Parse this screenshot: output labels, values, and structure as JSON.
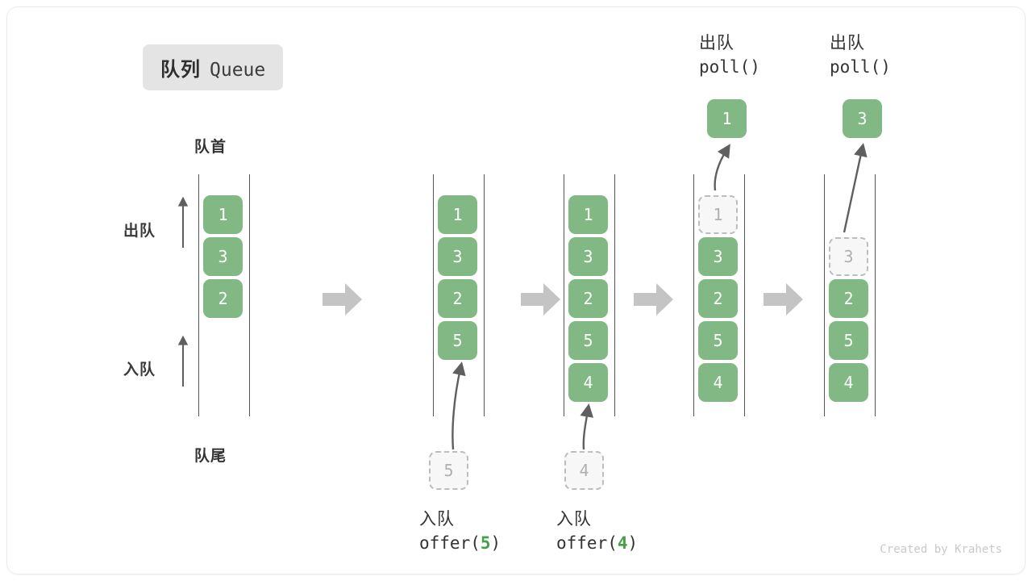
{
  "title": {
    "cn": "队列",
    "en": "Queue"
  },
  "labels": {
    "head": "队首",
    "tail": "队尾",
    "dequeue": "出队",
    "enqueue": "入队"
  },
  "colors": {
    "element_green": "#81b883",
    "ghost_border": "#bdbdbd",
    "ghost_fill": "#f7f7f7",
    "rail": "#555555",
    "flow_arrow": "#c4c4c4",
    "curve_arrow": "#5f5f5f",
    "badge_bg": "#e4e4e4",
    "code_number": "#46a04a"
  },
  "frames": [
    {
      "id": "frame-initial",
      "items": [
        {
          "value": "1",
          "state": "filled"
        },
        {
          "value": "3",
          "state": "filled"
        },
        {
          "value": "2",
          "state": "filled"
        }
      ]
    },
    {
      "id": "frame-after-offer-5",
      "items": [
        {
          "value": "1",
          "state": "filled"
        },
        {
          "value": "3",
          "state": "filled"
        },
        {
          "value": "2",
          "state": "filled"
        },
        {
          "value": "5",
          "state": "filled"
        }
      ],
      "incoming": {
        "value": "5",
        "state": "ghost"
      },
      "operation": {
        "cn": "入队",
        "code_prefix": "offer(",
        "code_value": "5",
        "code_suffix": ")"
      }
    },
    {
      "id": "frame-after-offer-4",
      "items": [
        {
          "value": "1",
          "state": "filled"
        },
        {
          "value": "3",
          "state": "filled"
        },
        {
          "value": "2",
          "state": "filled"
        },
        {
          "value": "5",
          "state": "filled"
        },
        {
          "value": "4",
          "state": "filled"
        }
      ],
      "incoming": {
        "value": "4",
        "state": "ghost"
      },
      "operation": {
        "cn": "入队",
        "code_prefix": "offer(",
        "code_value": "4",
        "code_suffix": ")"
      }
    },
    {
      "id": "frame-after-poll-1",
      "items": [
        {
          "value": "1",
          "state": "ghost"
        },
        {
          "value": "3",
          "state": "filled"
        },
        {
          "value": "2",
          "state": "filled"
        },
        {
          "value": "5",
          "state": "filled"
        },
        {
          "value": "4",
          "state": "filled"
        }
      ],
      "outgoing": {
        "value": "1",
        "state": "filled"
      },
      "operation": {
        "cn": "出队",
        "code_prefix": "poll(",
        "code_value": "",
        "code_suffix": ")"
      }
    },
    {
      "id": "frame-after-poll-3",
      "items": [
        {
          "value": "",
          "state": "empty"
        },
        {
          "value": "3",
          "state": "ghost"
        },
        {
          "value": "2",
          "state": "filled"
        },
        {
          "value": "5",
          "state": "filled"
        },
        {
          "value": "4",
          "state": "filled"
        }
      ],
      "outgoing": {
        "value": "3",
        "state": "filled"
      },
      "operation": {
        "cn": "出队",
        "code_prefix": "poll(",
        "code_value": "",
        "code_suffix": ")"
      }
    }
  ],
  "credit": "Created by Krahets"
}
